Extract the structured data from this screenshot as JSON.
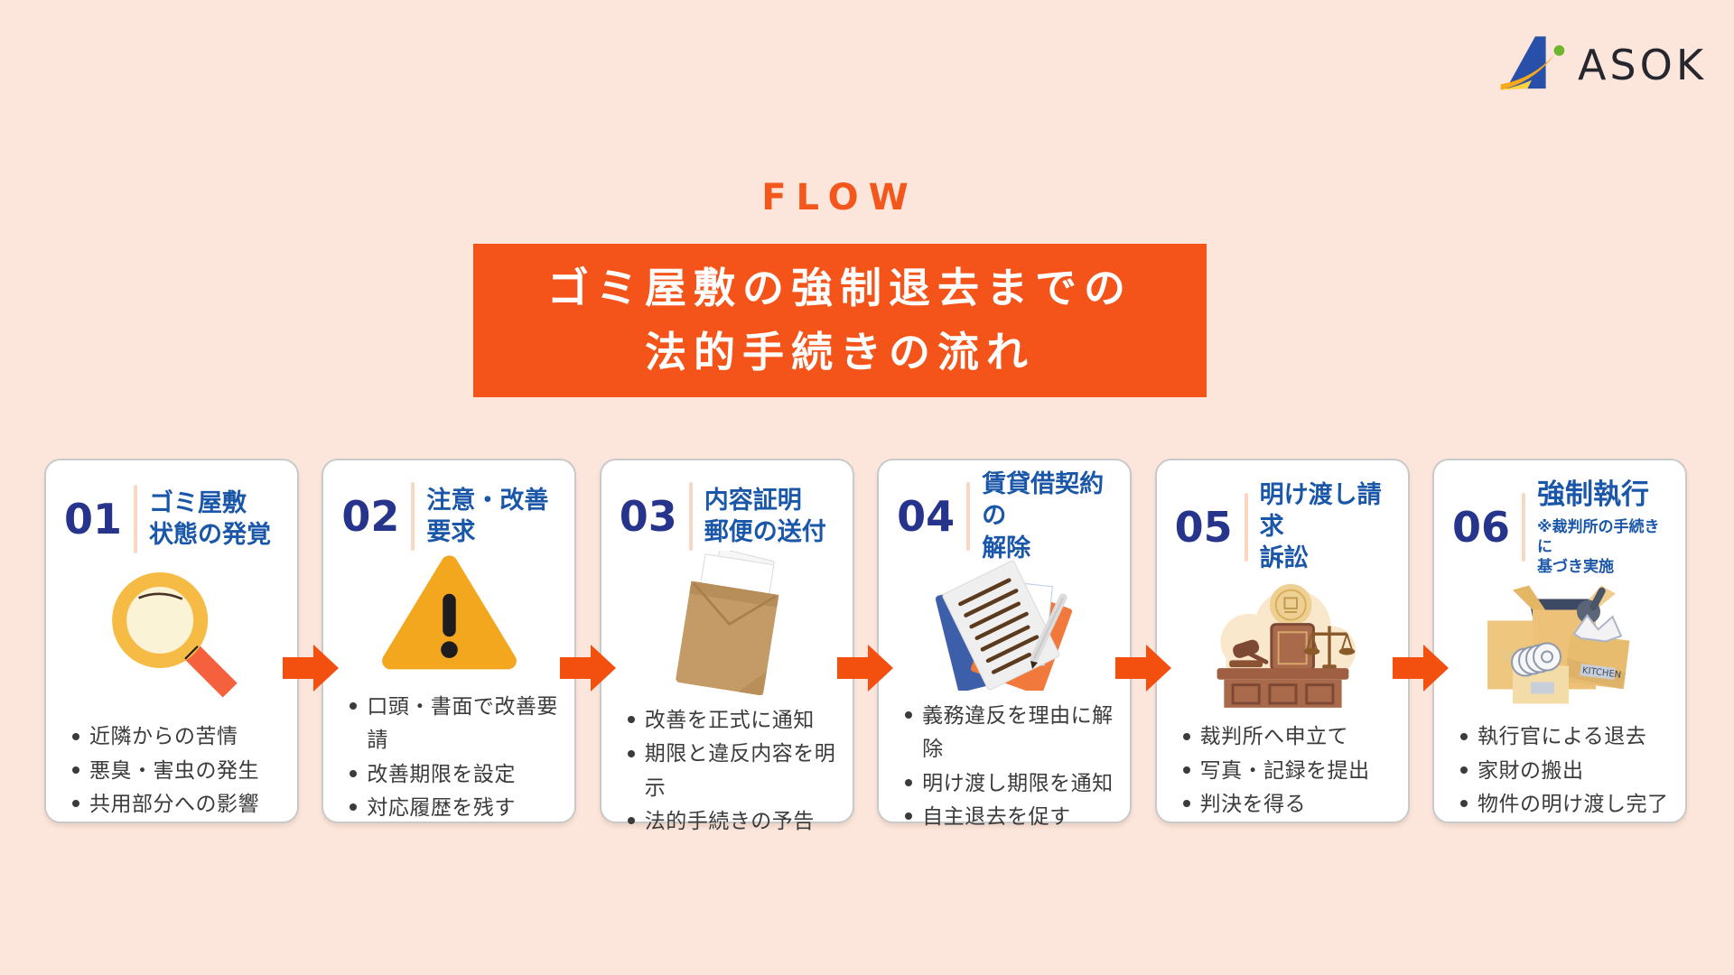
{
  "page": {
    "background": "#FCE6DC"
  },
  "logo": {
    "text": "ASOK"
  },
  "header": {
    "eyebrow": "FLOW",
    "title": "ゴミ屋敷の強制退去までの\n法的手続きの流れ"
  },
  "colors": {
    "accent_orange": "#F4541A",
    "arrow_orange": "#F3500F",
    "eyebrow_orange": "#F3571C",
    "number_navy": "#27348B",
    "title_blue": "#1B57A8",
    "bullet_text": "#3B3B3B",
    "card_border": "#C9C9C9",
    "background": "#FCE6DC"
  },
  "cards": [
    {
      "number": "01",
      "title": "ゴミ屋敷\n状態の発覚",
      "icon": "magnifier-icon",
      "bullets": [
        "近隣からの苦情",
        "悪臭・害虫の発生",
        "共用部分への影響"
      ]
    },
    {
      "number": "02",
      "title": "注意・改善\n要求",
      "icon": "warning-icon",
      "bullets": [
        "口頭・書面で改善要請",
        "改善期限を設定",
        "対応履歴を残す"
      ]
    },
    {
      "number": "03",
      "title": "内容証明\n郵便の送付",
      "icon": "envelope-icon",
      "bullets": [
        "改善を正式に通知",
        "期限と違反内容を明示",
        "法的手続きの予告"
      ]
    },
    {
      "number": "04",
      "title": "賃貸借契約の\n解除",
      "icon": "documents-icon",
      "bullets": [
        "義務違反を理由に解除",
        "明け渡し期限を通知",
        "自主退去を促す"
      ]
    },
    {
      "number": "05",
      "title": "明け渡し請求\n訴訟",
      "icon": "courtroom-icon",
      "bullets": [
        "裁判所へ申立て",
        "写真・記録を提出",
        "判決を得る"
      ]
    },
    {
      "number": "06",
      "title": "強制執行",
      "note": "※裁判所の手続きに\n基づき実施",
      "icon": "boxes-icon",
      "box_label": "KITCHEN",
      "bullets": [
        "執行官による退去",
        "家財の搬出",
        "物件の明け渡し完了"
      ]
    }
  ]
}
